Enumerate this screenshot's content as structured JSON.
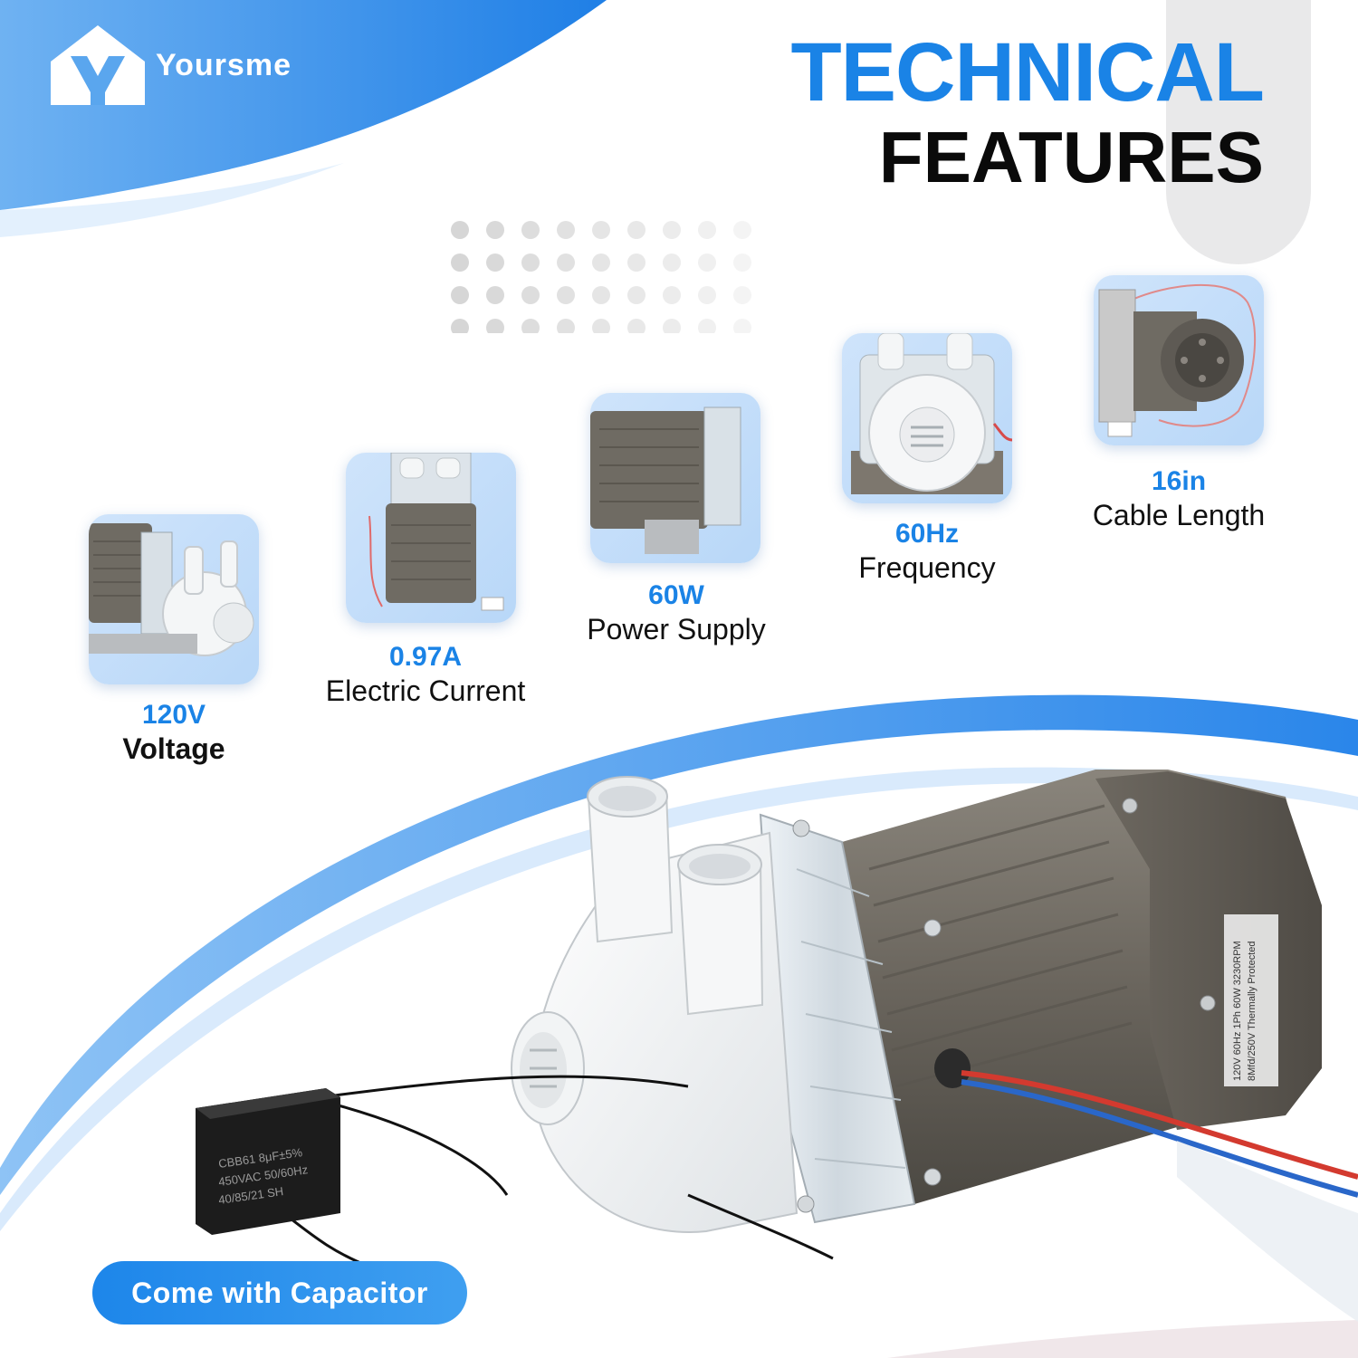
{
  "brand": {
    "name": "Yoursme"
  },
  "title": {
    "line1": "TECHNICAL",
    "line2": "FEATURES"
  },
  "specs": [
    {
      "value": "120V",
      "label": "Voltage"
    },
    {
      "value": "0.97A",
      "label": "Electric Current"
    },
    {
      "value": "60W",
      "label": "Power Supply"
    },
    {
      "value": "60Hz",
      "label": "Frequency"
    },
    {
      "value": "16in",
      "label": "Cable Length"
    }
  ],
  "motor_label": {
    "line1": "120V 60Hz 1Ph 60W 3230RPM",
    "line2": "8Mfd/250V   Thermally Protected"
  },
  "capacitor_label": {
    "line1": "CBB61 8μF±5%",
    "line2": "450VAC 50/60Hz",
    "line3": "40/85/21 SH"
  },
  "badge": {
    "text": "Come with  Capacitor"
  },
  "colors": {
    "accent": "#1a83e6",
    "title_dark": "#0a0a0a",
    "card_bg": "#c4ddf9",
    "motor": "#6e6a63"
  }
}
